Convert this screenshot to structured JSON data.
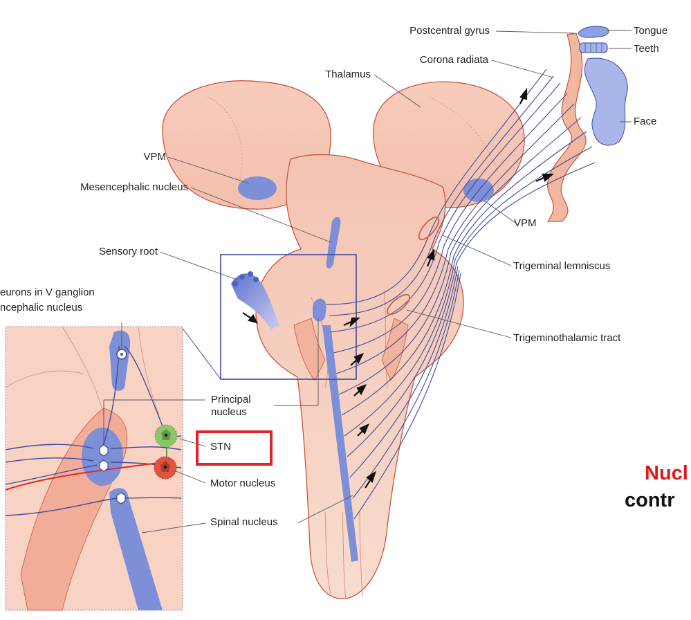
{
  "labels": {
    "postcentral_gyrus": "Postcentral gyrus",
    "tongue": "Tongue",
    "teeth": "Teeth",
    "corona_radiata": "Corona radiata",
    "thalamus": "Thalamus",
    "face": "Face",
    "vpm_left": "VPM",
    "mesencephalic_nucleus": "Mesencephalic nucleus",
    "vpm_right": "VPM",
    "sensory_root": "Sensory root",
    "trigeminal_lemniscus": "Trigeminal lemniscus",
    "inset_title_line1": "eurons in V ganglion",
    "inset_title_line2": "ncephalic nucleus",
    "trigeminothalamic_tract": "Trigeminothalamic tract",
    "principal_nucleus": "Principal nucleus",
    "stn": "STN",
    "motor_nucleus": "Motor nucleus",
    "spinal_nucleus": "Spinal nucleus"
  },
  "overlay": {
    "red_text": "Nucl",
    "black_text": "contr"
  },
  "colors": {
    "tissue": "#f6c4b4",
    "tissue_dark": "#e9a08c",
    "outline": "#c9533f",
    "nucleus_blue": "#7d8fd6",
    "fiber_blue": "#3c4a9e",
    "highlight_red": "#e3232b",
    "sensory_neuron_green": "#8cc56a",
    "motor_neuron_red": "#e0533f"
  }
}
